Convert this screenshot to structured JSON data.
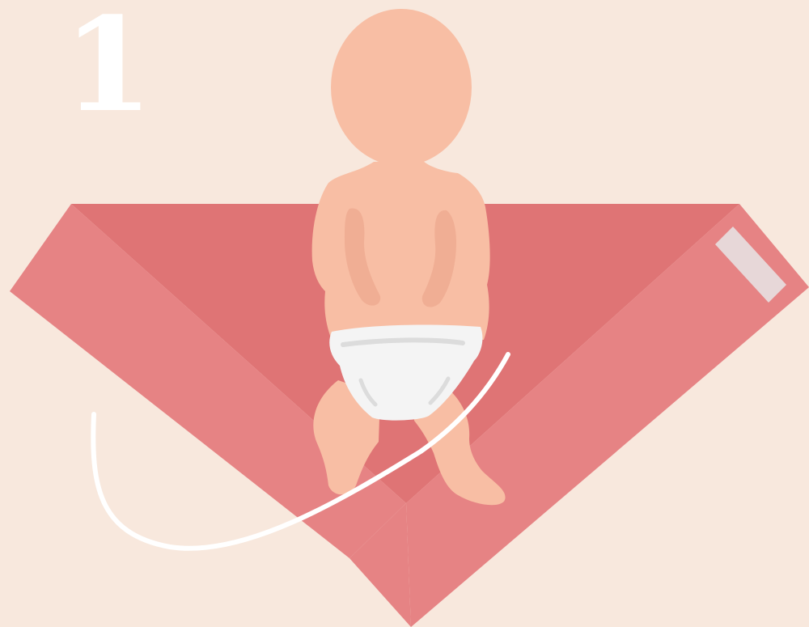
{
  "step": {
    "number": "1"
  },
  "colors": {
    "background": "#f8e8dd",
    "blanket_inner": "#df7475",
    "blanket_flap": "#e68384",
    "tag": "#e7d7d8",
    "baby_skin": "#f8bea4",
    "baby_shade": "#f0ae94",
    "diaper": "#f4f4f4",
    "diaper_shade": "#dcdcdc",
    "fold_line": "#ffffff",
    "number": "#ffffff"
  },
  "icons": {
    "step": "step-number",
    "baby": "baby-figure-icon",
    "blanket": "swaddle-blanket-icon",
    "arrow": "fold-arrow-line"
  }
}
